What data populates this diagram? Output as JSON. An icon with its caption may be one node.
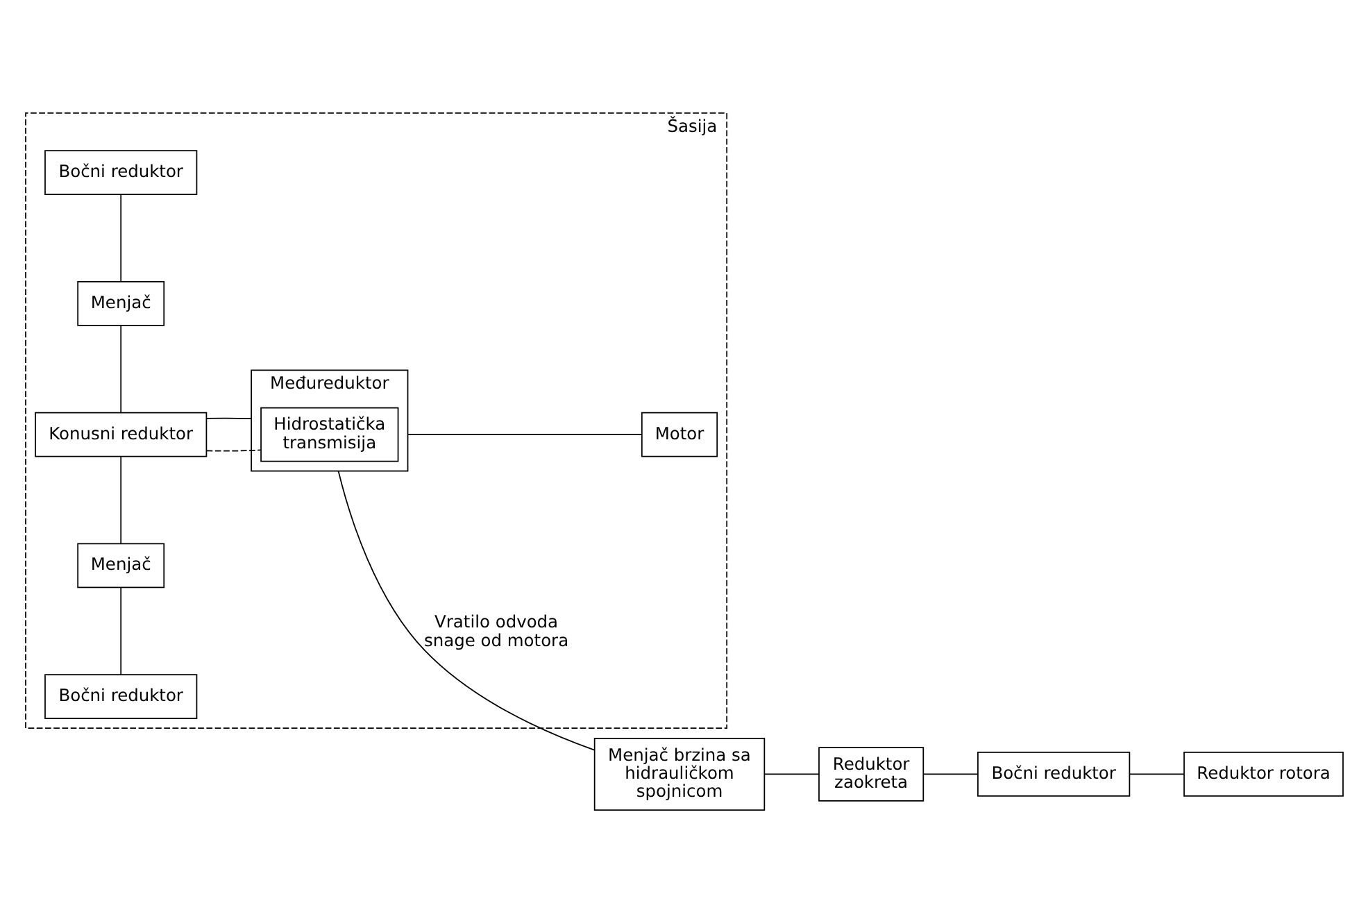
{
  "diagram": {
    "nodes": [
      {
        "text": [
          "Šasija"
        ]
      },
      {
        "text": [
          "Bočni reduktor"
        ],
        "in": 0
      },
      {
        "text": [
          "Menjač"
        ],
        "in": 0
      },
      {
        "text": [
          "Konusni reduktor"
        ],
        "in": 0
      },
      {
        "text": [
          "Menjač"
        ],
        "in": 0
      },
      {
        "text": [
          "Bočni reduktor"
        ],
        "in": 0
      },
      {
        "text": [
          "Međureduktor"
        ],
        "in": 0
      },
      {
        "text": [
          "Hidrostatička transmisija"
        ],
        "in": 6
      },
      {
        "text": [
          "Motor"
        ],
        "in": 0
      },
      {
        "text": [
          "Menjač brzina sa hidrauličkom spojnicom"
        ]
      },
      {
        "text": [
          "Reduktor zaokreta"
        ]
      },
      {
        "text": [
          "Bočni reduktor"
        ]
      },
      {
        "text": [
          "Reduktor rotora"
        ]
      }
    ],
    "edges": [
      {
        "from": 1,
        "to": 2,
        "arrow": "none"
      },
      {
        "from": 2,
        "to": 3,
        "arrow": "none"
      },
      {
        "from": 3,
        "to": 4,
        "arrow": "none"
      },
      {
        "from": 4,
        "to": 5,
        "arrow": "none"
      },
      {
        "from": 3,
        "to": 7,
        "arrow": "none",
        "style": "dashed"
      },
      {
        "from": 3,
        "to": 6,
        "arrow": "none"
      },
      {
        "from": 6,
        "to": 8,
        "arrow": "none"
      },
      {
        "from": 6,
        "to": 9,
        "arrow": "none",
        "label": "Vratilo odvoda snage od motora"
      },
      {
        "from": 9,
        "to": 10,
        "arrow": "none"
      },
      {
        "from": 10,
        "to": 11,
        "arrow": "none"
      },
      {
        "from": 11,
        "to": 12,
        "arrow": "none"
      }
    ]
  }
}
